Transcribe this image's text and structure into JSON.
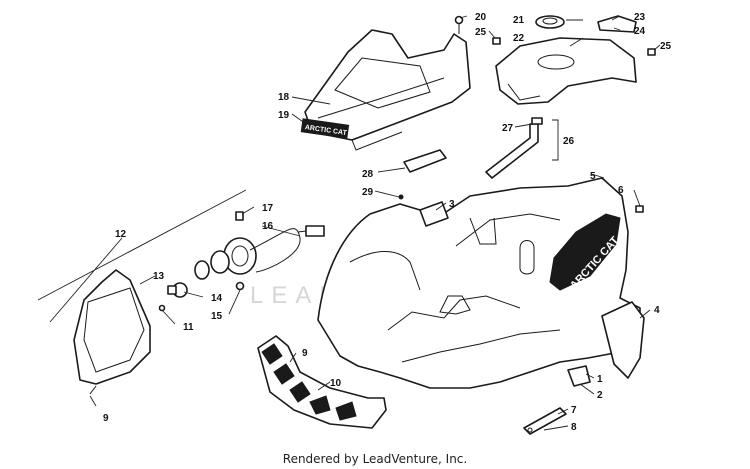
{
  "watermark": {
    "text": "LEADVENTURE",
    "icon": "leadventure-logo-icon"
  },
  "credit": "Rendered by LeadVenture, Inc.",
  "decals": {
    "fender_brand": "ARCTIC CAT",
    "seat_brand": "ARCTIC CAT"
  },
  "callouts": [
    "1",
    "2",
    "3",
    "4",
    "5",
    "6",
    "7",
    "8",
    "9",
    "9",
    "10",
    "11",
    "12",
    "13",
    "14",
    "15",
    "16",
    "17",
    "18",
    "19",
    "20",
    "21",
    "22",
    "23",
    "24",
    "25",
    "25",
    "26",
    "27",
    "28",
    "29"
  ]
}
